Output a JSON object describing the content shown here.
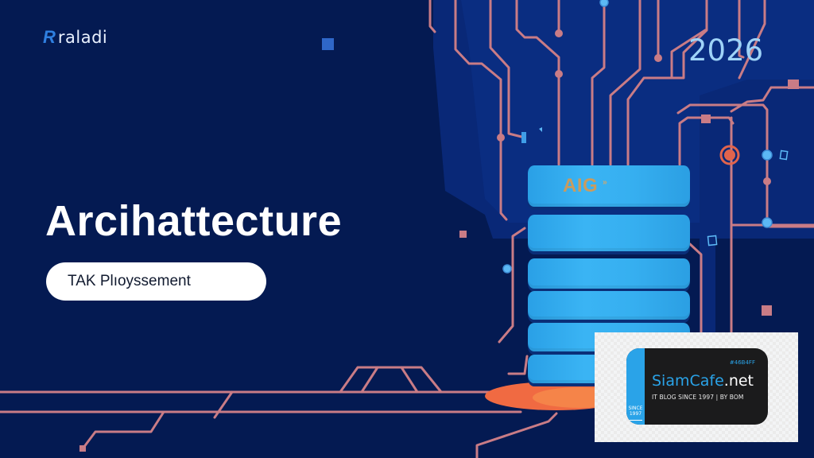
{
  "logo": {
    "mark": "R",
    "text": "raladi"
  },
  "year": "2026",
  "headline": "Arcihattecture",
  "pill": {
    "label": "TAK Plıoyssement"
  },
  "database": {
    "label": "AIG",
    "superscript": "»",
    "disk_count": 6
  },
  "badge": {
    "hex_code": "#46B4FF",
    "title_part1": "SiamCafe",
    "title_part2": ".net",
    "subtitle": "IT BLOG SINCE 1997 | BY BOM",
    "since_line1": "SINCE",
    "since_line2": "1997"
  },
  "colors": {
    "background": "#041a52",
    "panel": "#0a2b7a",
    "trace": "#c97c86",
    "node_blue": "#5cb8f5",
    "node_orange": "#e0644d",
    "disk_blue": "#36aff0",
    "badge_accent": "#2aa3e8",
    "badge_dark": "#1b1b1c"
  }
}
